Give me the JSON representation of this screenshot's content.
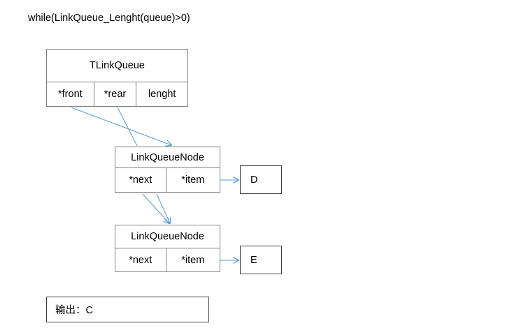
{
  "diagram": {
    "title": "while(LinkQueue_Lenght(queue)>0)",
    "accent_color": "#5B9BD5",
    "box_border_color": "#808080",
    "value_border_color": "#404040",
    "queue_struct": {
      "name": "TLinkQueue",
      "fields": [
        {
          "label": "*front"
        },
        {
          "label": "*rear"
        },
        {
          "label": "lenght"
        }
      ]
    },
    "nodes": [
      {
        "name": "LinkQueueNode",
        "fields": [
          {
            "label": "*next"
          },
          {
            "label": "*item"
          }
        ],
        "value": "D"
      },
      {
        "name": "LinkQueueNode",
        "fields": [
          {
            "label": "*next"
          },
          {
            "label": "*item"
          }
        ],
        "value": "E"
      }
    ],
    "output": {
      "text": "输出：C"
    },
    "connectors": [
      {
        "from": "front-field",
        "to": "node-1"
      },
      {
        "from": "rear-field",
        "to": "node-1"
      },
      {
        "from": "node-1-next",
        "to": "node-2"
      },
      {
        "from": "node-1-bottom",
        "to": "node-2"
      },
      {
        "from": "node-1-item",
        "to": "value-d"
      },
      {
        "from": "node-2-item",
        "to": "value-e"
      }
    ]
  }
}
